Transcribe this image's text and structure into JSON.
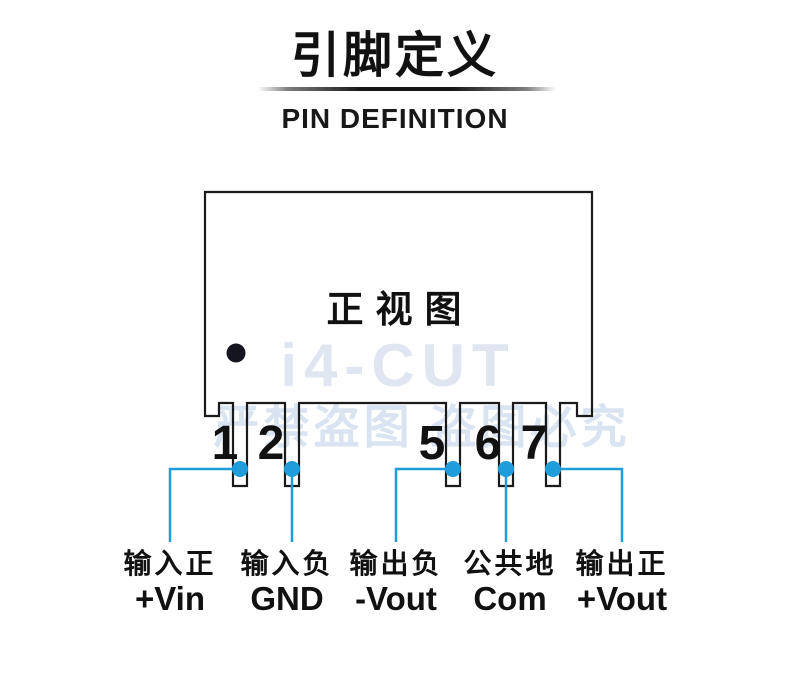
{
  "header": {
    "title_cn": "引脚定义",
    "title_en": "PIN DEFINITION"
  },
  "diagram": {
    "view_label": "正视图",
    "pins": [
      {
        "number": "1",
        "name_cn": "输入正",
        "name_en": "+Vin"
      },
      {
        "number": "2",
        "name_cn": "输入负",
        "name_en": "GND"
      },
      {
        "number": "5",
        "name_cn": "输出负",
        "name_en": "-Vout"
      },
      {
        "number": "6",
        "name_cn": "公共地",
        "name_en": "Com"
      },
      {
        "number": "7",
        "name_cn": "输出正",
        "name_en": "+Vout"
      }
    ]
  },
  "watermark": {
    "brand": "i4-CUT",
    "notice": "严禁盗图 盗图必究"
  },
  "colors": {
    "accent_blue": "#1e9dda",
    "outline_black": "#1a1a1a",
    "watermark_blue": "#dde4f0"
  }
}
